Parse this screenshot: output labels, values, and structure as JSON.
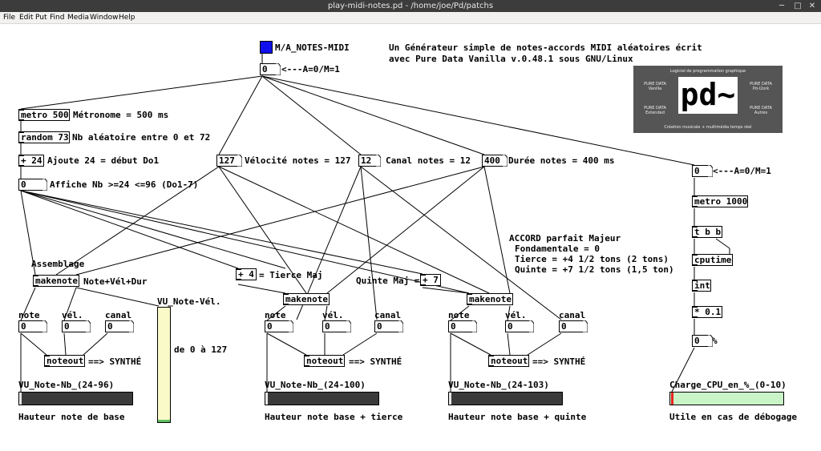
{
  "window": {
    "title": "play-midi-notes.pd  - /home/joe/Pd/patchs"
  },
  "menu": [
    "File",
    "Edit",
    "Put",
    "Find",
    "Media",
    "Window",
    "Help"
  ],
  "colors": {
    "toggle": "#1010ee",
    "vu_light": "#fafac8",
    "vu_green": "#c8f4c8",
    "hbar_dark": "#3a3a3a",
    "cpu_red": "#ee2020"
  },
  "patch": {
    "toggle_label": "M/A_NOTES-MIDI",
    "main_number": "0",
    "main_number_comment": "<---A=0/M=1",
    "description_line1": "Un Générateur simple de notes-accords MIDI aléatoires écrit",
    "description_line2": "avec Pure Data Vanilla v.0.48.1 sous GNU/Linux",
    "metro500": "metro 500",
    "metro500_comment": "Métronome = 500 ms",
    "random73": "random 73",
    "random73_comment": "Nb aléatoire entre 0 et 72",
    "plus24": "+ 24",
    "plus24_comment": "Ajoute 24 = début Do1",
    "display_nb": "0",
    "display_nb_comment": "Affiche Nb >=24 <=96 (Do1-7)",
    "velocity_num": "127",
    "velocity_comment": "Vélocité notes = 127",
    "channel_num": "12",
    "channel_comment": "Canal notes = 12",
    "duration_num": "400",
    "duration_comment": "Durée notes = 400 ms",
    "chord_title": "ACCORD parfait Majeur",
    "chord_line1": "Fondamentale = 0",
    "chord_line2": "Tierce = +4 1/2 tons (2 tons)",
    "chord_line3": "Quinte = +7 1/2 tons (1,5 ton)",
    "assemblage": "Assemblage",
    "makenote": "makenote",
    "makenote_comment": "Note+Vél+Dur",
    "plus4": "+ 4",
    "plus4_comment": "= Tierce Maj",
    "quinte_comment": "Quinte Maj =",
    "plus7": "+ 7",
    "vu_velocity_label": "VU_Note-Vél.",
    "vu_velocity_range": "de 0 à 127",
    "noteout": "noteout",
    "synth_comment": "==> SYNTHÉ",
    "label_note": "note",
    "label_vel": "vél.",
    "label_canal": "canal",
    "zero": "0",
    "vu1_label": "VU_Note-Nb_(24-96)",
    "vu2_label": "VU_Note-Nb_(24-100)",
    "vu3_label": "VU_Note-Nb_(24-103)",
    "caption1": "Hauteur note de base",
    "caption2": "Hauteur note base + tierce",
    "caption3": "Hauteur note base + quinte",
    "cpu_number": "0",
    "cpu_number_comment": "<---A=0/M=1",
    "metro1000": "metro 1000",
    "tbb": "t b b",
    "cputime": "cputime",
    "int": "int",
    "times01": "* 0.1",
    "cpu_out": "0",
    "percent": "%",
    "cpu_label": "Charge_CPU_en_%_(0-10)",
    "cpu_caption": "Utile en cas de débogage"
  },
  "logo": {
    "top": "Logiciel de programmation graphique",
    "left1": "PURE DATA",
    "left1b": "Vanilla",
    "left2": "PURE DATA",
    "left2b": "Extended",
    "right1": "PURE DATA",
    "right1b": "Pd-l2ork",
    "right2": "PURE DATA",
    "right2b": "Autres",
    "mark": "pd~",
    "bottom": "Création musicale + multimédia temps réel"
  }
}
